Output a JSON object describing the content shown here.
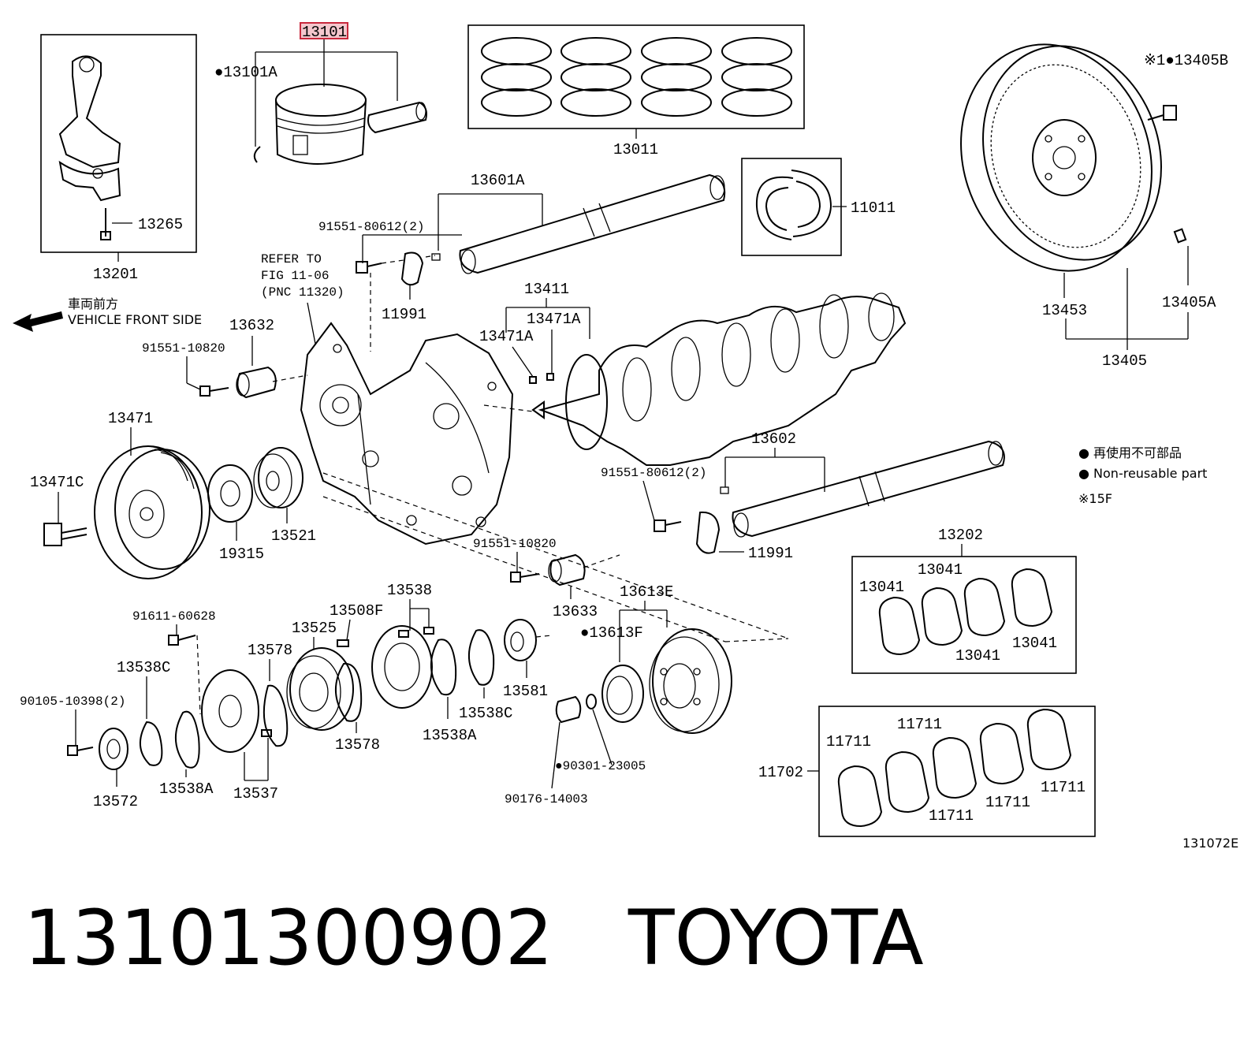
{
  "diagram": {
    "highlight_color": "#c8283c",
    "labels": {
      "p13101": "13101",
      "p13101A": "●13101A",
      "p13011": "13011",
      "p13201": "13201",
      "p13265": "13265",
      "p13601A": "13601A",
      "p11011": "11011",
      "p13405B": "※1●13405B",
      "b91551_80612_a": "91551-80612(2)",
      "refer1": "REFER TO",
      "refer2": "FIG 11-06",
      "refer3": "(PNC 11320)",
      "p11991_a": "11991",
      "p13411": "13411",
      "p13471A_a": "13471A",
      "p13471A_b": "13471A",
      "p13453": "13453",
      "p13405A": "13405A",
      "p13405": "13405",
      "front_jp": "車両前方",
      "front_en": "VEHICLE FRONT SIDE",
      "p13632": "13632",
      "b91551_10820_a": "91551-10820",
      "p13471": "13471",
      "p13471C": "13471C",
      "p19315": "19315",
      "p13521": "13521",
      "p13602": "13602",
      "b91551_80612_b": "91551-80612(2)",
      "p11991_b": "11991",
      "legend_jp": "● 再使用不可部品",
      "legend_en": "● Non-reusable part",
      "legend_note": "※15F",
      "b91551_10820_b": "91551-10820",
      "p13633": "13633",
      "p13202": "13202",
      "p13041_a": "13041",
      "p13041_b": "13041",
      "p13041_c": "13041",
      "p13041_d": "13041",
      "b91611_60628": "91611-60628",
      "p13538": "13538",
      "p13508F": "13508F",
      "p13525": "13525",
      "p13578_a": "13578",
      "p13538C_a": "13538C",
      "b90105_10398": "90105-10398(2)",
      "p13572": "13572",
      "p13538A_a": "13538A",
      "p13537": "13537",
      "p13578_b": "13578",
      "p13538A_b": "13538A",
      "p13538C_b": "13538C",
      "p13581": "13581",
      "p13613E": "13613E",
      "p13613F": "●13613F",
      "b90301_23005": "●90301-23005",
      "b90176_14003": "90176-14003",
      "p11702": "11702",
      "p11711_a": "11711",
      "p11711_b": "11711",
      "p11711_c": "11711",
      "p11711_d": "11711",
      "p11711_e": "11711",
      "figure_id": "131072E"
    }
  },
  "caption": {
    "part_number": "13101300902",
    "brand": "TOYOTA"
  }
}
